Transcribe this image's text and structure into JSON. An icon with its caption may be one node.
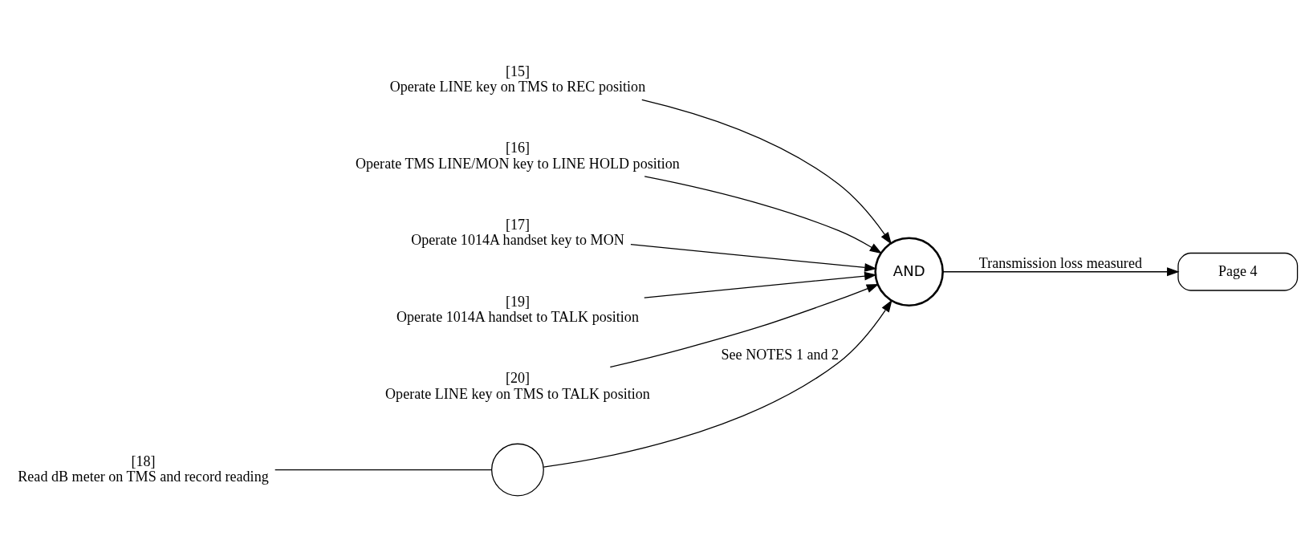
{
  "diagram": {
    "nodes": [
      {
        "text": [
          "[15]",
          "Operate LINE key on TMS to REC position"
        ]
      },
      {
        "text": [
          "[16]",
          "Operate TMS LINE/MON key to LINE HOLD position"
        ]
      },
      {
        "text": [
          "[17]",
          "Operate 1014A handset key to MON"
        ]
      },
      {
        "text": [
          "[18]",
          "Read dB meter on TMS and record reading"
        ]
      },
      {
        "text": [
          "[19]",
          "Operate 1014A handset to TALK position"
        ]
      },
      {
        "text": [
          "[20]",
          "Operate LINE key on TMS to TALK position"
        ]
      },
      {
        "text": [],
        "shape": "circle"
      },
      {
        "text": [
          "AND"
        ]
      },
      {
        "text": [
          "Page 4"
        ]
      }
    ],
    "edges": [
      {
        "from": 0,
        "to": 7,
        "arrow": "to"
      },
      {
        "from": 1,
        "to": 7,
        "arrow": "to"
      },
      {
        "from": 2,
        "to": 7,
        "arrow": "to"
      },
      {
        "from": 3,
        "to": 6,
        "arrow": "none"
      },
      {
        "from": 6,
        "to": 7,
        "arrow": "to",
        "label": "See NOTES 1 and 2"
      },
      {
        "from": 4,
        "to": 7,
        "arrow": "to"
      },
      {
        "from": 5,
        "to": 7,
        "arrow": "to"
      },
      {
        "from": 7,
        "to": 8,
        "arrow": "to",
        "label": "Transmission loss measured"
      }
    ]
  }
}
